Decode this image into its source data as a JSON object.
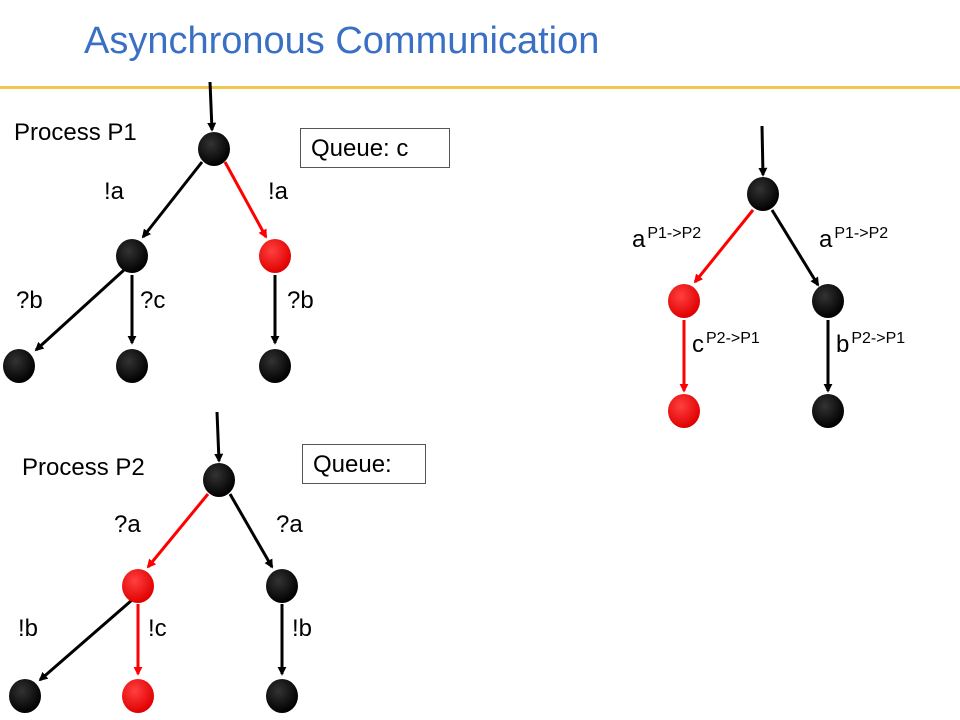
{
  "title": "Asynchronous Communication",
  "colors": {
    "title": "#3a70c4",
    "rule": "#f2c84b",
    "active": "#ff0000",
    "normal": "#000000"
  },
  "p1": {
    "label": "Process P1",
    "queue": "Queue: c",
    "edges": {
      "left": "!a",
      "right": "!a",
      "ll": "?b",
      "lr": "?c",
      "rr": "?b"
    }
  },
  "p2": {
    "label": "Process P2",
    "queue": "Queue:",
    "edges": {
      "left": "?a",
      "right": "?a",
      "ll": "!b",
      "lr": "!c",
      "rr": "!b"
    }
  },
  "combined": {
    "left": {
      "sym": "a",
      "sup": "P1->P2"
    },
    "right": {
      "sym": "a",
      "sup": "P1->P2"
    },
    "lchild": {
      "sym": "c",
      "sup": "P2->P1"
    },
    "rchild": {
      "sym": "b",
      "sup": "P2->P1"
    }
  }
}
